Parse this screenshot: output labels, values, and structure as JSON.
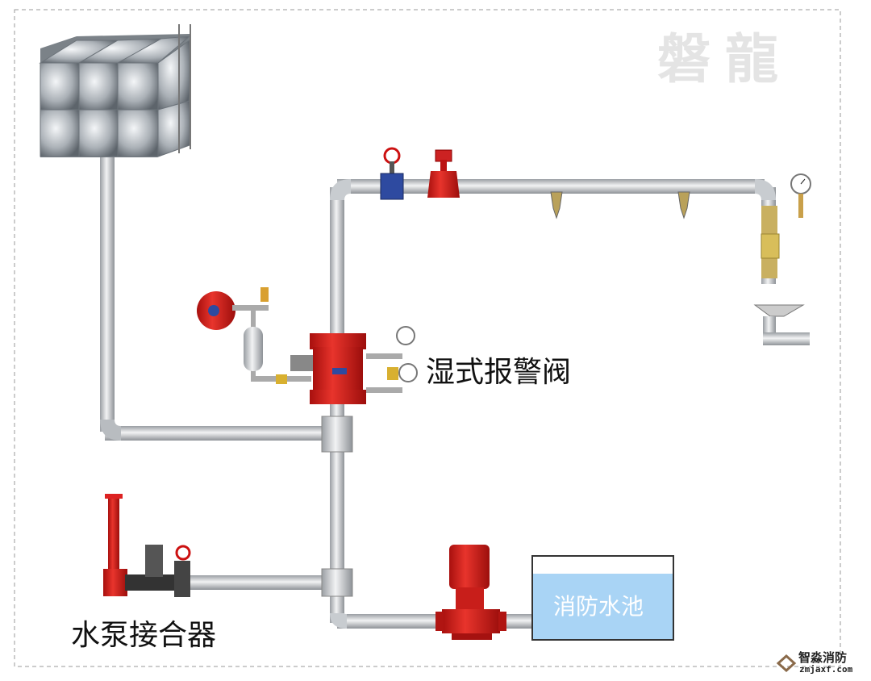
{
  "watermark": "磐龍",
  "labels": {
    "alarm_valve": "湿式报警阀",
    "pump_connector": "水泵接合器",
    "fire_pool": "消防水池"
  },
  "logo": {
    "name": "智淼消防",
    "url": "zmjaxf.com"
  },
  "colors": {
    "pipe": "#c8cbcf",
    "valve_red": "#d8201c",
    "pool_water": "#a9d4f5",
    "border": "#999999"
  }
}
